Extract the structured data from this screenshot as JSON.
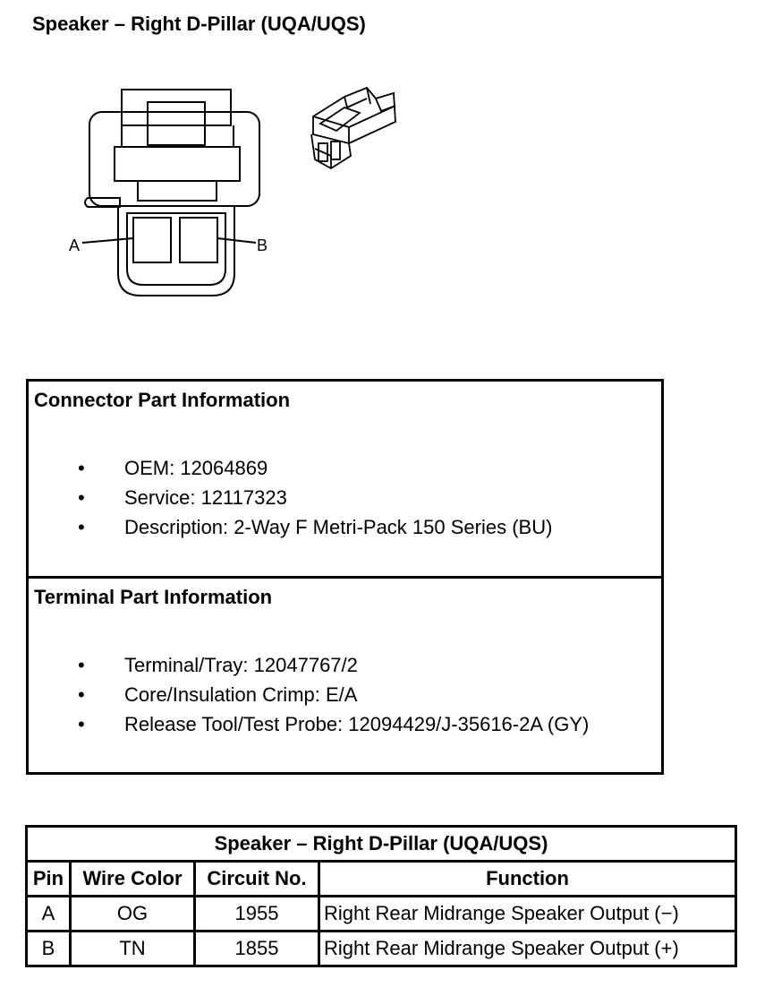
{
  "title": "Speaker – Right D-Pillar (UQA/UQS)",
  "diagram": {
    "label_a": "A",
    "label_b": "B"
  },
  "connector_info": {
    "heading": "Connector Part Information",
    "items": [
      "OEM: 12064869",
      "Service: 12117323",
      "Description: 2-Way F Metri-Pack 150 Series (BU)"
    ]
  },
  "terminal_info": {
    "heading": "Terminal Part Information",
    "items": [
      "Terminal/Tray: 12047767/2",
      "Core/Insulation Crimp: E/A",
      "Release Tool/Test Probe: 12094429/J-35616-2A (GY)"
    ]
  },
  "bullet": "•",
  "table": {
    "caption": "Speaker – Right D-Pillar (UQA/UQS)",
    "headers": [
      "Pin",
      "Wire Color",
      "Circuit No.",
      "Function"
    ],
    "rows": [
      [
        "A",
        "OG",
        "1955",
        "Right Rear Midrange Speaker Output (−)"
      ],
      [
        "B",
        "TN",
        "1855",
        "Right Rear Midrange Speaker Output (+)"
      ]
    ]
  }
}
